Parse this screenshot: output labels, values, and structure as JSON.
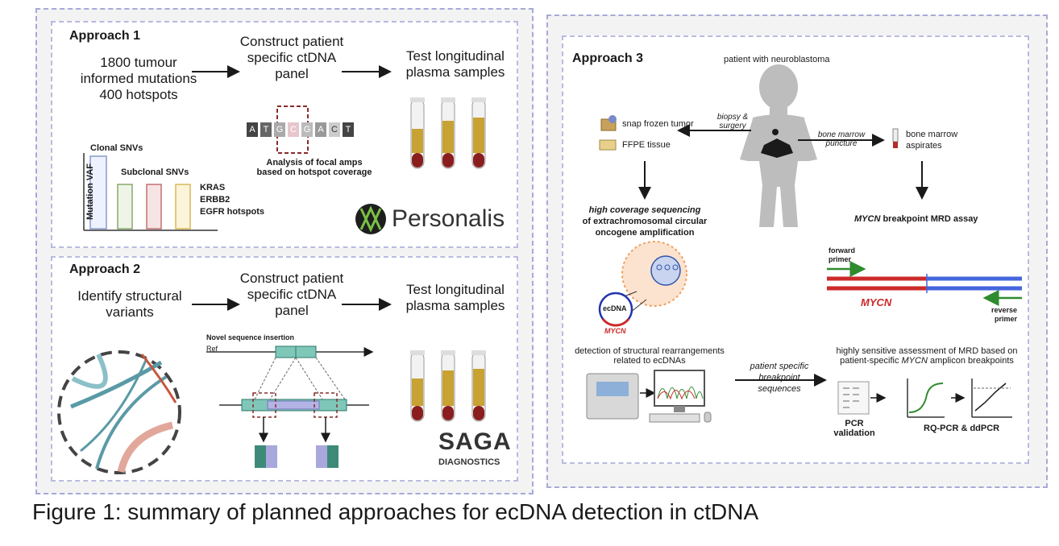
{
  "approach1": {
    "title": "Approach 1",
    "col1": [
      "1800 tumour",
      "informed mutations",
      "400 hotspots"
    ],
    "col2": [
      "Construct patient",
      "specific ctDNA",
      "panel"
    ],
    "col3": [
      "Test longitudinal",
      "plasma samples"
    ],
    "vaf_axis": "Mutation VAF",
    "clonal": "Clonal SNVs",
    "subclonal": "Subclonal SNVs",
    "genes": [
      "KRAS",
      "ERBB2",
      "EGFR hotspots"
    ],
    "bases": [
      "A",
      "T",
      "G",
      "C",
      "G",
      "A",
      "C",
      "T"
    ],
    "focal": [
      "Analysis of focal amps",
      "based on hotspot coverage"
    ],
    "logo": "Personalis"
  },
  "approach2": {
    "title": "Approach 2",
    "col1": [
      "Identify structural",
      "variants"
    ],
    "col2": [
      "Construct patient",
      "specific ctDNA",
      "panel"
    ],
    "col3": [
      "Test longitudinal",
      "plasma samples"
    ],
    "novel": "Novel sequence insertion",
    "ref": "Ref",
    "logo_main": "SAGA",
    "logo_sub": "DIAGNOSTICS"
  },
  "approach3": {
    "title": "Approach 3",
    "patient": "patient with neuroblastoma",
    "snap": "snap frozen tumor",
    "ffpe": "FFPE tissue",
    "biopsy": [
      "biopsy &",
      "surgery"
    ],
    "bm_puncture": [
      "bone marrow",
      "puncture"
    ],
    "bm_aspirates": [
      "bone marrow",
      "aspirates"
    ],
    "hcs": [
      "high coverage sequencing",
      "of extrachromosomal circular",
      "oncogene amplification"
    ],
    "mycn_assay": [
      "MYCN",
      " breakpoint MRD assay"
    ],
    "forward": [
      "forward",
      "primer"
    ],
    "reverse": [
      "reverse",
      "primer"
    ],
    "mycn": "MYCN",
    "ecdna": "ecDNA",
    "detection": [
      "detection of structural rearrangements",
      "related to ecDNAs"
    ],
    "patient_specific": [
      "patient specific",
      "breakpoint",
      "sequences"
    ],
    "mrd": [
      "highly sensitive assessment of MRD based on",
      "patient-specific ",
      "MYCN",
      " amplicon breakpoints"
    ],
    "pcr": [
      "PCR",
      "validation"
    ],
    "rq": "RQ-PCR & ddPCR"
  },
  "caption": "Figure 1: summary of planned approaches for ecDNA detection in ctDNA",
  "colors": {
    "frame": "#a7a9d8",
    "red": "#cc2a2a",
    "blue": "#4466dd",
    "teal": "#5a9aa6",
    "green": "#2e8b2e"
  }
}
